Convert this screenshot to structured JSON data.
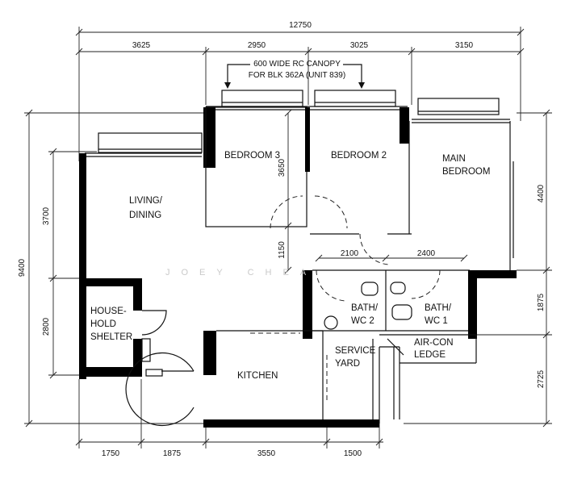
{
  "dimensions": {
    "overall_width": "12750",
    "top": [
      "3625",
      "2950",
      "3025",
      "3150"
    ],
    "bottom": [
      "1750",
      "1875",
      "3550",
      "1500"
    ],
    "left_overall": "9400",
    "left": [
      "3700",
      "2800"
    ],
    "right": [
      "4400",
      "1875",
      "2725"
    ],
    "bath_row": [
      "2100",
      "2400"
    ],
    "bedroom3_depth": "3650",
    "corridor": "1150"
  },
  "canopy_note": [
    "600 WIDE RC CANOPY",
    "FOR BLK 362A (UNIT 839)"
  ],
  "rooms": {
    "bedroom3": "BEDROOM 3",
    "bedroom2": "BEDROOM 2",
    "main_bedroom": [
      "MAIN",
      "BEDROOM"
    ],
    "living": [
      "LIVING/",
      "DINING"
    ],
    "shelter": [
      "HOUSE-",
      "HOLD",
      "SHELTER"
    ],
    "kitchen": "KITCHEN",
    "service_yard": [
      "SERVICE",
      "YARD"
    ],
    "aircon_ledge": [
      "AIR-CON",
      "LEDGE"
    ],
    "bath2": [
      "BATH/",
      "WC 2"
    ],
    "bath1": [
      "BATH/",
      "WC 1"
    ]
  },
  "watermark": "JOEY CHEA"
}
